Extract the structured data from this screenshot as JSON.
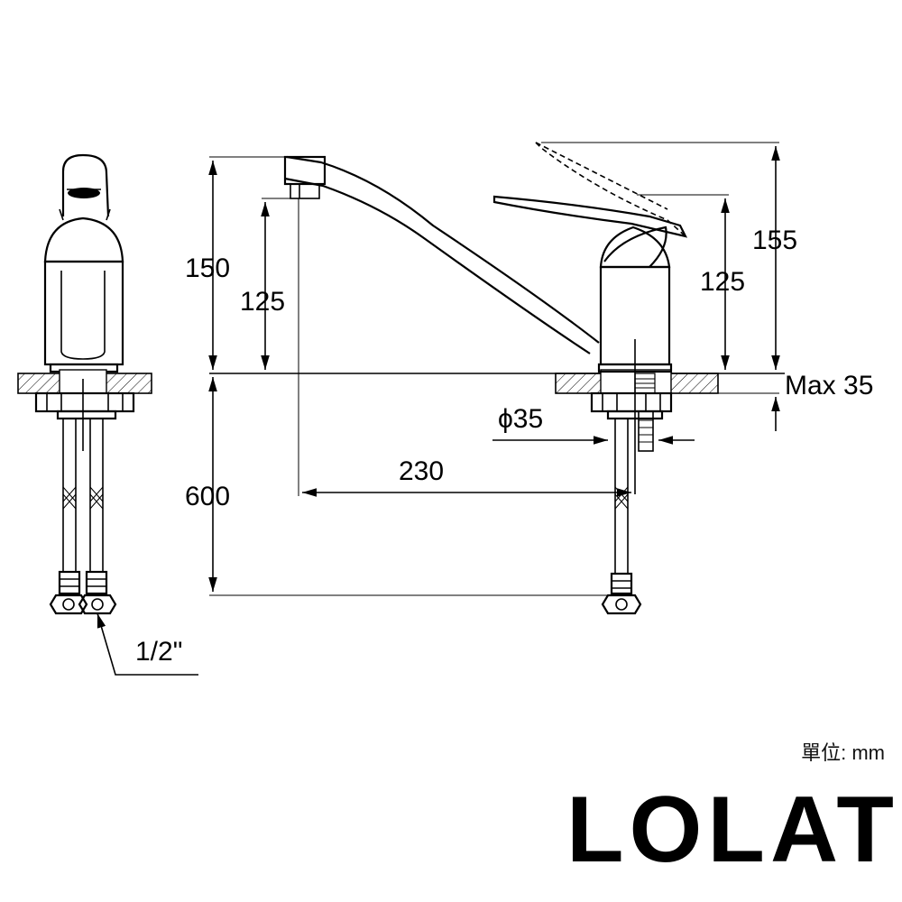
{
  "dimensions": {
    "total_height": "150",
    "outlet_height": "125",
    "lever_raised_height": "155",
    "lever_height": "125",
    "deck_max": "Max 35",
    "hole_diameter": "ϕ35",
    "reach": "230",
    "hose_length": "600",
    "thread": "1/2\""
  },
  "units": "單位: mm",
  "brand": "LOLAT"
}
